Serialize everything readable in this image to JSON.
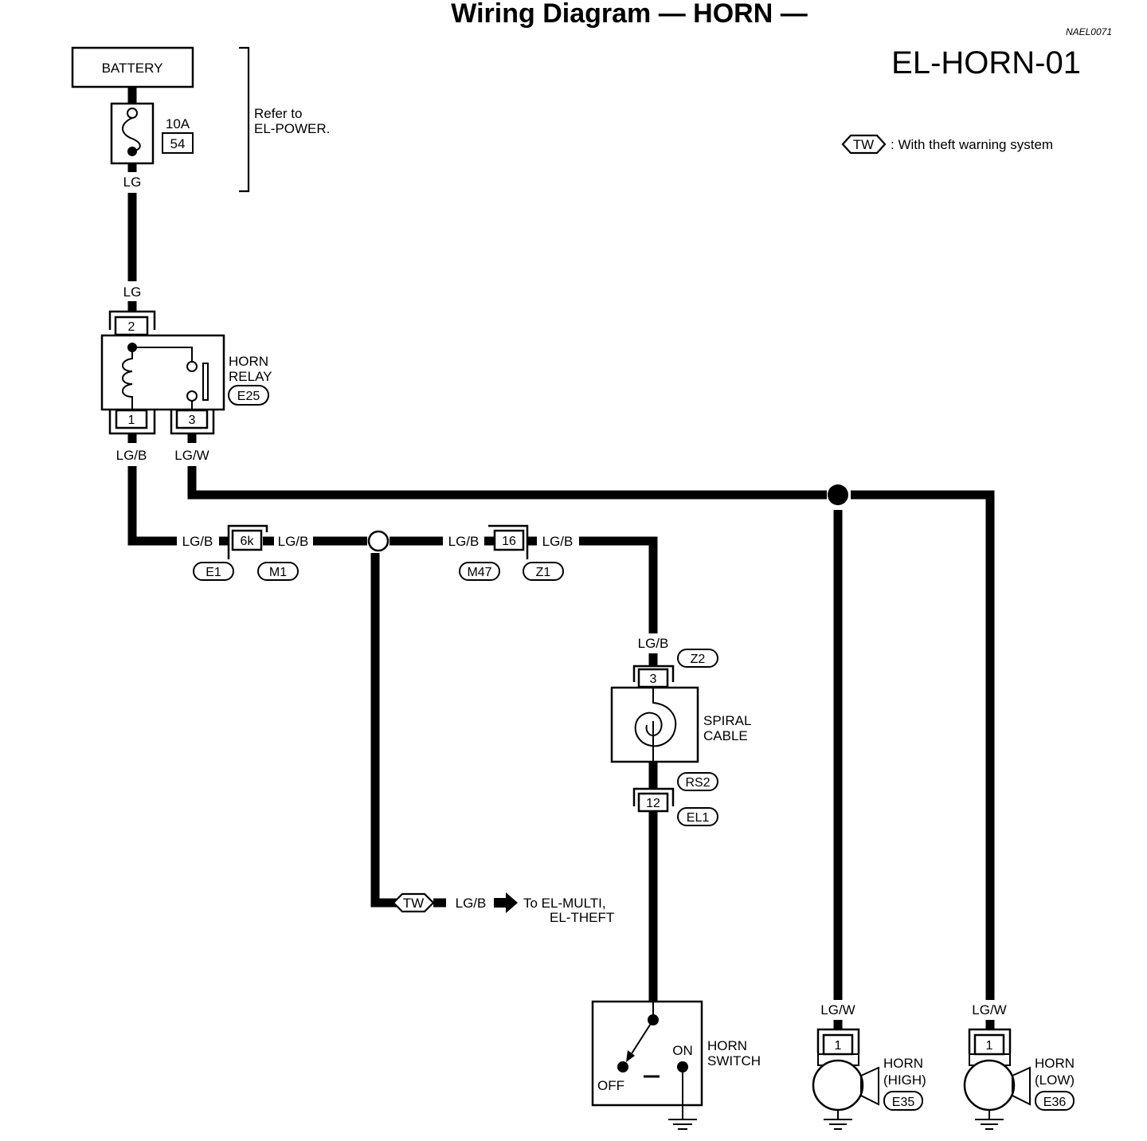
{
  "header": {
    "title": "Wiring Diagram — HORN —",
    "reference_code": "NAEL0071",
    "diagram_code": "EL-HORN-01"
  },
  "legend": {
    "tw_symbol": "TW",
    "tw_description": ": With theft warning system"
  },
  "power": {
    "battery_label": "BATTERY",
    "fuse_rating": "10A",
    "fuse_number": "54",
    "refer_line1": "Refer to",
    "refer_line2": "EL-POWER."
  },
  "wire_colors": {
    "lg": "LG",
    "lgb": "LG/B",
    "lgw": "LG/W"
  },
  "horn_relay": {
    "name_line1": "HORN",
    "name_line2": "RELAY",
    "connector": "E25",
    "pin_top": "2",
    "pin_left": "1",
    "pin_right": "3"
  },
  "harness_connectors": [
    {
      "terminal": "6k",
      "left_connector": "E1",
      "right_connector": "M1"
    },
    {
      "terminal": "16",
      "left_connector": "M47",
      "right_connector": "Z1"
    }
  ],
  "spiral_cable": {
    "name_line1": "SPIRAL",
    "name_line2": "CABLE",
    "top_connector": "Z2",
    "top_pin": "3",
    "bottom_connector_upper": "RS2",
    "bottom_pin": "12",
    "bottom_connector_lower": "EL1"
  },
  "branch": {
    "tw_symbol": "TW",
    "wire": "LG/B",
    "destination_line1": "To EL-MULTI,",
    "destination_line2": "EL-THEFT"
  },
  "horn_switch": {
    "name_line1": "HORN",
    "name_line2": "SWITCH",
    "off_label": "OFF",
    "on_label": "ON"
  },
  "horns": [
    {
      "name_line1": "HORN",
      "name_line2": "(HIGH)",
      "connector": "E35",
      "pin": "1",
      "wire": "LG/W"
    },
    {
      "name_line1": "HORN",
      "name_line2": "(LOW)",
      "connector": "E36",
      "pin": "1",
      "wire": "LG/W"
    }
  ]
}
